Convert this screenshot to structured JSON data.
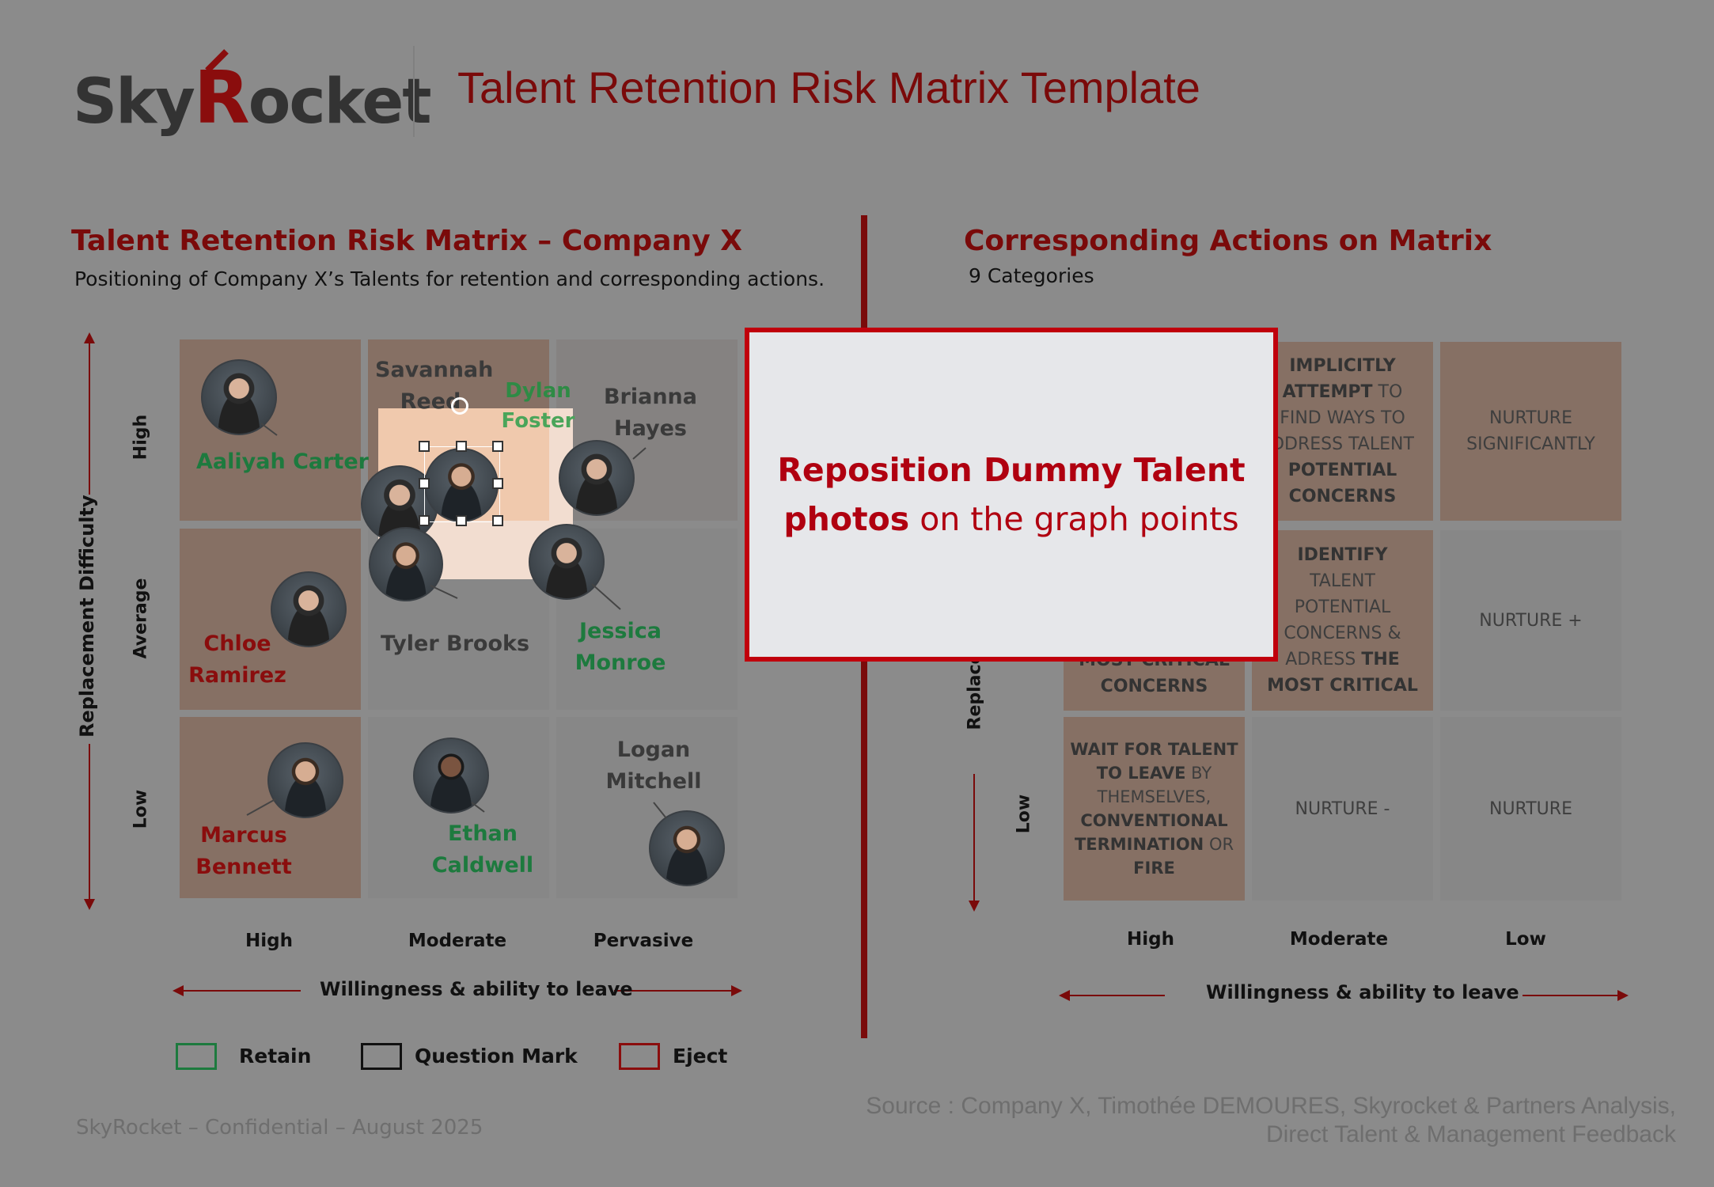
{
  "header": {
    "logo_text_a": "Sky",
    "logo_text_r": "R",
    "logo_text_b": "ocket",
    "title": "Talent Retention Risk Matrix Template"
  },
  "left": {
    "title": "Talent Retention Risk Matrix – Company X",
    "subtitle": "Positioning of Company X’s Talents for retention and corresponding actions.",
    "y_axis_title": "Replacement Difficulty",
    "rows": [
      "High",
      "Average",
      "Low"
    ],
    "columns": [
      "High",
      "Moderate",
      "Pervasive"
    ],
    "x_axis_title": "Willingness & ability to leave",
    "talents": {
      "aaliyah": "Aaliyah Carter",
      "savannah_1": "Savannah",
      "savannah_2": "Reed",
      "dylan_1": "Dylan",
      "dylan_2": "Foster",
      "brianna_1": "Brianna",
      "brianna_2": "Hayes",
      "chloe_1": "Chloe",
      "chloe_2": "Ramirez",
      "tyler": "Tyler Brooks",
      "jessica_1": "Jessica",
      "jessica_2": "Monroe",
      "marcus_1": "Marcus",
      "marcus_2": "Bennett",
      "ethan_1": "Ethan",
      "ethan_2": "Caldwell",
      "logan_1": "Logan",
      "logan_2": "Mitchell"
    },
    "legend": [
      "Retain",
      "Question Mark",
      "Eject"
    ],
    "legend_colors": [
      "#1d7a3e",
      "#111111",
      "#8a0d0d"
    ]
  },
  "right": {
    "title": "Corresponding Actions on Matrix",
    "subtitle": "9 Categories",
    "y_axis_partial": "Replace",
    "row_low": "Low",
    "columns": [
      "High",
      "Moderate",
      "Low"
    ],
    "x_axis_title": "Willingness & ability to leave",
    "actions": {
      "r1c2": [
        "IMPLICITLY",
        "ATTEMPT",
        " TO",
        "FIND WAYS TO",
        "DDRESS TALENT",
        "POTENTIAL",
        "CONCERNS"
      ],
      "r1c3": [
        "NURTURE",
        "SIGNIFICANTLY"
      ],
      "r2c1": [
        "MOST CRITICAL",
        "CONCERNS"
      ],
      "r2c2": [
        "IDENTIFY",
        "TALENT",
        "POTENTIAL",
        "CONCERNS &",
        "ADRESS ",
        "THE",
        "MOST CRITICAL"
      ],
      "r2c3": "NURTURE +",
      "r3c1": [
        "WAIT FOR TALENT",
        "TO LEAVE",
        " BY",
        "THEMSELVES,",
        "CONVENTIONAL",
        "TERMINATION",
        " OR",
        "FIRE"
      ],
      "r3c2": "NURTURE -",
      "r3c3": "NURTURE"
    }
  },
  "popup": {
    "bold_1": "Reposition Dummy Talent",
    "bold_2": "photos",
    "rest": " on the graph points"
  },
  "footer": {
    "left": "SkyRocket – Confidential – August 2025",
    "source_1": "Source : Company X, Timothée DEMOURES, Skyrocket & Partners Analysis,",
    "source_2": "Direct Talent & Management Feedback"
  },
  "colors": {
    "brand_red": "#7a0a0a",
    "popup_border": "#c0000c",
    "retain_green": "#1d7a3e",
    "overlay_gray": "#8b8b8b"
  }
}
